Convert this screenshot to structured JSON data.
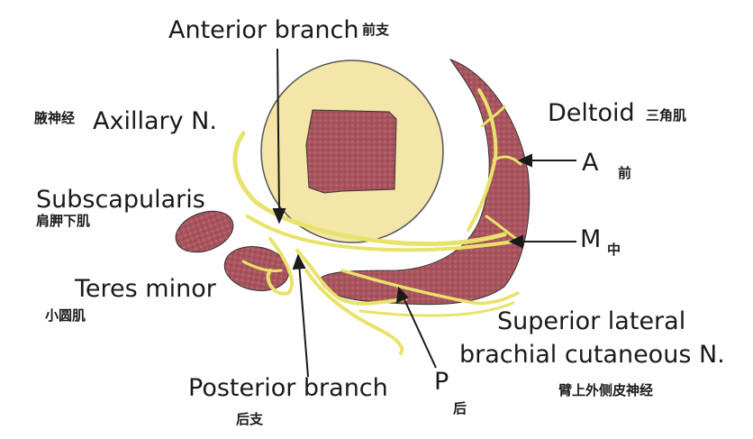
{
  "colors": {
    "bone_disc": "#f3e6a8",
    "muscle": "#a9545e",
    "nerve": "#e8e36a",
    "ink": "#1a1a1a"
  },
  "labels": {
    "anterior_branch": "Anterior branch",
    "anterior_branch_zh": "前支",
    "axillary_n": "Axillary N.",
    "axillary_n_zh": "腋神经",
    "deltoid": "Deltoid",
    "deltoid_zh": "三角肌",
    "a": "A",
    "a_zh": "前",
    "subscapularis": "Subscapularis",
    "subscapularis_zh": "肩胛下肌",
    "m": "M",
    "m_zh": "中",
    "teres_minor": "Teres minor",
    "teres_minor_zh": "小圆肌",
    "superior_lateral_line1": "Superior lateral",
    "superior_lateral_line2": "brachial cutaneous N.",
    "superior_lateral_zh": "臂上外侧皮神经",
    "posterior_branch": "Posterior branch",
    "posterior_branch_zh": "后支",
    "p": "P",
    "p_zh": "后"
  }
}
